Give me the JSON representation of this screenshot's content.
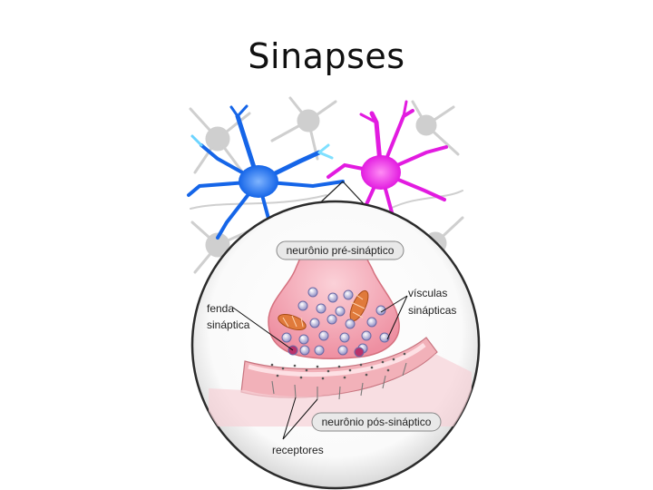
{
  "slide": {
    "title": "Sinapses"
  },
  "figure": {
    "labels": {
      "pre_neuron": "neurônio pré-sináptico",
      "post_neuron": "neurônio pós-sináptico",
      "vesicles_line1": "vísculas",
      "vesicles_line2": "sinápticas",
      "cleft_line1": "fenda",
      "cleft_line2": "sináptica",
      "receptors": "receptores"
    },
    "colors": {
      "neuron_left": "#1565e8",
      "neuron_right": "#e21be0",
      "presynaptic_terminal": "#f4a9b5",
      "postsynaptic_membrane": "#f2b1b9",
      "background_neurons": "#c9c9c9"
    }
  }
}
